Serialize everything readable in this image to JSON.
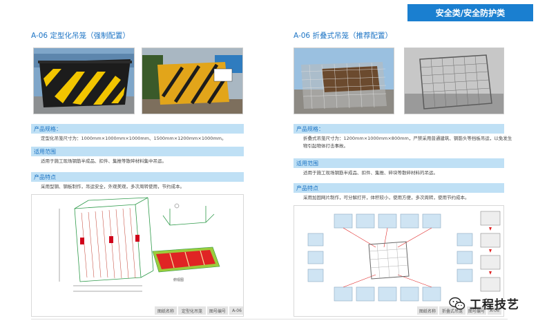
{
  "header": {
    "category_label": "安全类/安全防护类"
  },
  "left": {
    "title": "A-06 定型化吊笼（强制配置）",
    "spec_heading": "产品规格：",
    "spec_text": "定型化吊笼尺寸为：1000mm×1000mm×1000mm、1500mm×1200mm×1000mm。",
    "scope_heading": "适用范围",
    "scope_text": "适用于施工现场钢筋半成品、扣件、集推等散碎材料集中吊运。",
    "features_heading": "产品特点",
    "features_text": "采用型钢、钢板制作，吊运安全，外观美观，多次周转使用，节约成本。",
    "caption": [
      "图纸名称",
      "定型化吊笼",
      "图号编号",
      "A-06"
    ],
    "drawing_sub_label": "俯视图"
  },
  "right": {
    "title": "A-06 折叠式吊笼（推荐配置）",
    "spec_heading": "产品规格：",
    "spec_text_1": "折叠式吊笼尺寸为：1200mm×1000mm×800mm，严禁采用普通建筑、钢筋头等挡板吊运，以免发生",
    "spec_text_2": "物引起物体打击事故。",
    "scope_heading": "适用范围",
    "scope_text": "适用于施工现场钢筋半成品、扣件、集推、碎块等散碎材料的吊运。",
    "features_heading": "产品特点",
    "features_text": "采用加固网片制作，可分解打开，体积较小，使用方便，多次周转，使用节约成本。",
    "caption": [
      "图纸名称",
      "折叠式吊笼",
      "图号编号",
      "A-06"
    ]
  },
  "watermark": {
    "text": "工程技艺"
  },
  "colors": {
    "accent": "#1a7fd0",
    "section_bar": "#bfe0f5",
    "title_text": "#1b73c4",
    "hazard_yellow": "#f2c500"
  }
}
